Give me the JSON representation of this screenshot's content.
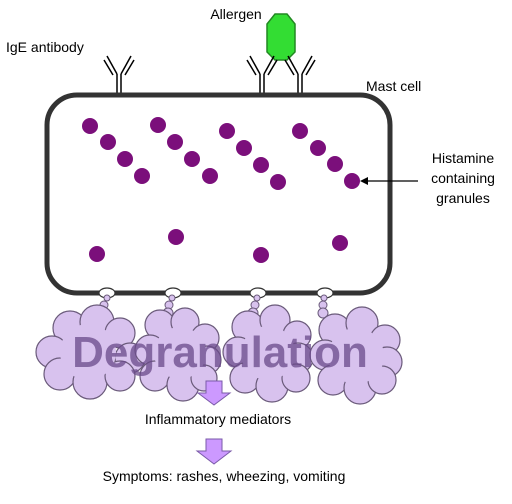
{
  "labels": {
    "allergen": "Allergen",
    "ige_antibody": "IgE antibody",
    "mast_cell": "Mast cell",
    "histamine_line1": "Histamine",
    "histamine_line2": "containing",
    "histamine_line3": "granules",
    "degranulation": "Degranulation",
    "inflammatory_mediators": "Inflammatory mediators",
    "symptoms": "Symptoms: rashes, wheezing, vomiting"
  },
  "colors": {
    "allergen_fill": "#33dd33",
    "allergen_stroke": "#228822",
    "granule": "#7b0f7b",
    "cell_border": "#333333",
    "cloud_fill": "#d8c2ee",
    "cloud_stroke": "#6a5a7a",
    "arrow_fill": "#cc99ff",
    "arrow_stroke": "#7a5aa8"
  }
}
